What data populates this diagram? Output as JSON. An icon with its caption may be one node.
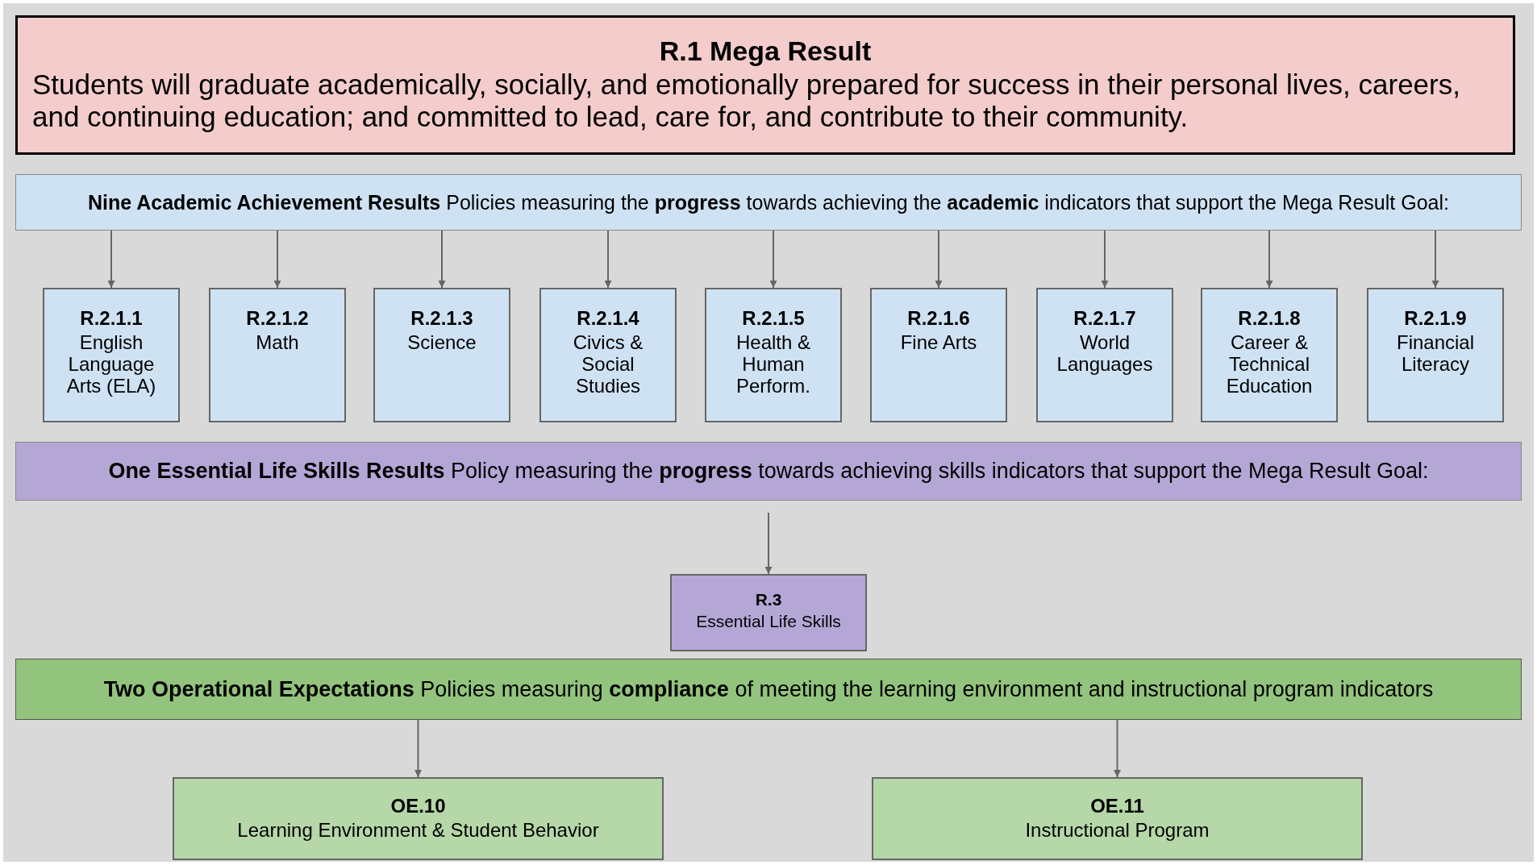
{
  "diagram": {
    "nodes": [
      {
        "text": [
          "R.1 Mega Result",
          "Students will graduate academically, socially, and emotionally prepared for success in their personal lives, careers, and continuing education; and committed to lead, care for, and contribute to their community."
        ]
      },
      {
        "text": [
          "**Nine Academic Achievement Results** Policies measuring the **progress** towards achieving the **academic** indicators that support the Mega Result Goal:"
        ]
      },
      {
        "text": [
          "R.2.1.1",
          "English Language Arts (ELA)"
        ]
      },
      {
        "text": [
          "R.2.1.2",
          "Math"
        ]
      },
      {
        "text": [
          "R.2.1.3",
          "Science"
        ]
      },
      {
        "text": [
          "R.2.1.4",
          "Civics & Social Studies"
        ]
      },
      {
        "text": [
          "R.2.1.5",
          "Health & Human Perform."
        ]
      },
      {
        "text": [
          "R.2.1.6",
          "Fine Arts"
        ]
      },
      {
        "text": [
          "R.2.1.7",
          "World Languages"
        ]
      },
      {
        "text": [
          "R.2.1.8",
          "Career & Technical Education"
        ]
      },
      {
        "text": [
          "R.2.1.9",
          "Financial Literacy"
        ]
      },
      {
        "text": [
          "**One Essential Life Skills Results** Policy measuring the **progress** towards achieving skills indicators that support the Mega Result Goal:"
        ]
      },
      {
        "text": [
          "R.3",
          "Essential Life Skills"
        ]
      },
      {
        "text": [
          "**Two Operational Expectations** Policies measuring **compliance** of meeting the learning environment and instructional program indicators"
        ]
      },
      {
        "text": [
          "OE.10",
          "Learning Environment & Student Behavior"
        ]
      },
      {
        "text": [
          "OE.11",
          "Instructional Program"
        ]
      }
    ],
    "edges": [
      {
        "from": 1,
        "to": 2,
        "arrow": "to"
      },
      {
        "from": 1,
        "to": 3,
        "arrow": "to"
      },
      {
        "from": 1,
        "to": 4,
        "arrow": "to"
      },
      {
        "from": 1,
        "to": 5,
        "arrow": "to"
      },
      {
        "from": 1,
        "to": 6,
        "arrow": "to"
      },
      {
        "from": 1,
        "to": 7,
        "arrow": "to"
      },
      {
        "from": 1,
        "to": 8,
        "arrow": "to"
      },
      {
        "from": 1,
        "to": 9,
        "arrow": "to"
      },
      {
        "from": 1,
        "to": 10,
        "arrow": "to"
      },
      {
        "from": 11,
        "to": 12,
        "arrow": "to"
      },
      {
        "from": 13,
        "to": 14,
        "arrow": "to"
      },
      {
        "from": 13,
        "to": 15,
        "arrow": "to"
      }
    ]
  }
}
